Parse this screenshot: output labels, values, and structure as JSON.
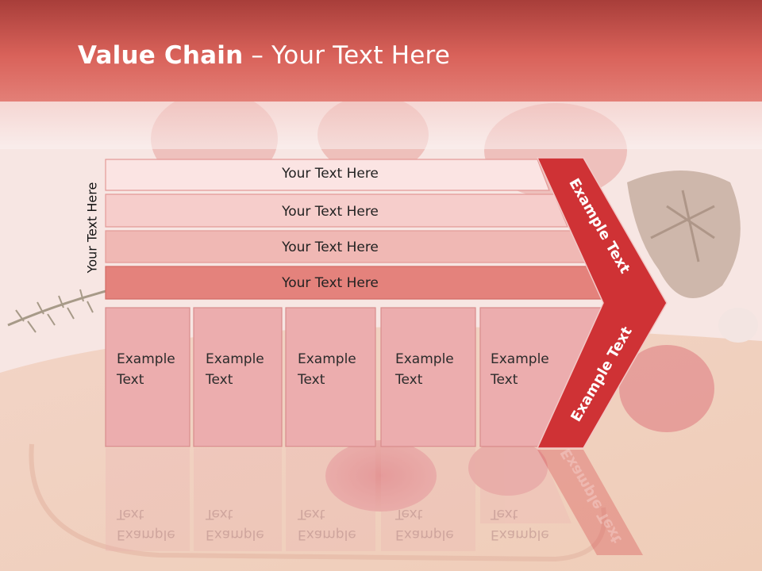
{
  "slide": {
    "title_bold": "Value Chain",
    "title_rest": " – Your Text Here",
    "side_label": "Your Text Here",
    "rows": [
      {
        "label": "Your Text Here"
      },
      {
        "label": "Your Text Here"
      },
      {
        "label": "Your Text Here"
      },
      {
        "label": "Your Text Here"
      }
    ],
    "boxes": [
      {
        "line1": "Example",
        "line2": "Text"
      },
      {
        "line1": "Example",
        "line2": "Text"
      },
      {
        "line1": "Example",
        "line2": "Text"
      },
      {
        "line1": "Example",
        "line2": "Text"
      },
      {
        "line1": "Example",
        "line2": "Text"
      }
    ],
    "chevron_top": "Example Text",
    "chevron_bottom": "Example Text"
  },
  "colors": {
    "header": "#d75c55",
    "chevron": "#cf3235",
    "box_fill": "#ecadae",
    "row1": "#fbe4e3",
    "row2": "#f6cdcb",
    "row3": "#f0b8b4",
    "row4": "#e4827c"
  }
}
